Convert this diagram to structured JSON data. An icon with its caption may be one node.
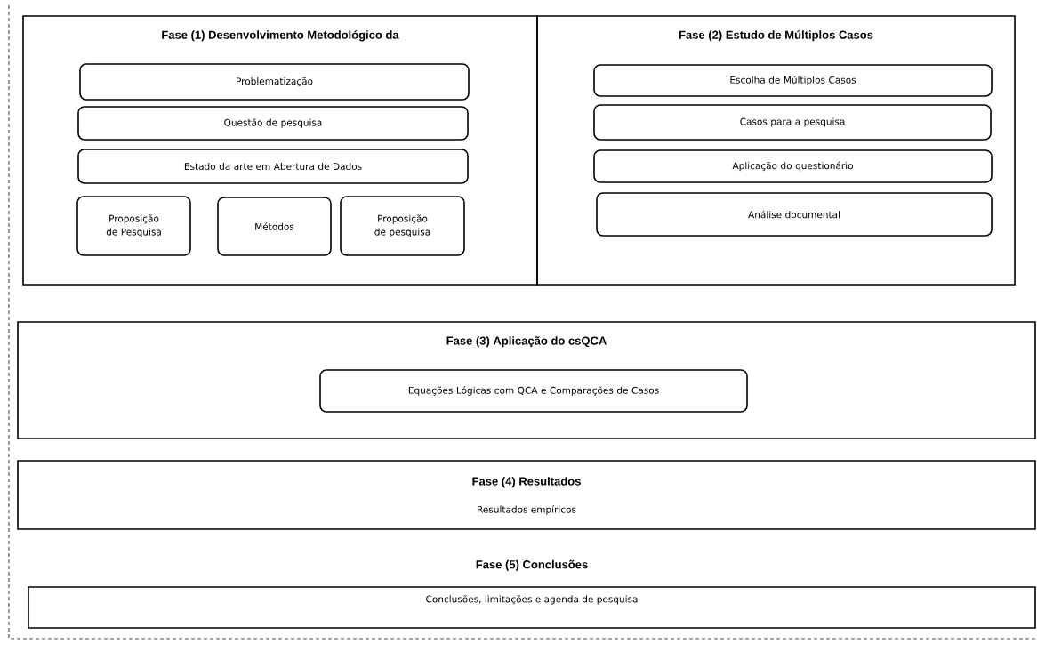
{
  "diagram": {
    "nodes": [
      {
        "text": [
          "Fase (1) Desenvolvimento Metodológico da"
        ]
      },
      {
        "text": [
          "Problematização"
        ],
        "in": 0
      },
      {
        "text": [
          "Questão de pesquisa"
        ],
        "in": 0
      },
      {
        "text": [
          "Estado da arte em Abertura de Dados"
        ],
        "in": 0
      },
      {
        "text": [
          "Proposição de Pesquisa"
        ],
        "in": 0
      },
      {
        "text": [
          "Métodos"
        ],
        "in": 0
      },
      {
        "text": [
          "Proposição de pesquisa"
        ],
        "in": 0
      },
      {
        "text": [
          "Fase (2) Estudo de Múltiplos Casos"
        ]
      },
      {
        "text": [
          "Escolha de Múltiplos Casos"
        ],
        "in": 7
      },
      {
        "text": [
          "Casos para a pesquisa"
        ],
        "in": 7
      },
      {
        "text": [
          "Aplicação do questionário"
        ],
        "in": 7
      },
      {
        "text": [
          "Análise documental"
        ],
        "in": 7
      },
      {
        "text": [
          "Fase (3) Aplicação do csQCA"
        ]
      },
      {
        "text": [
          "Equações Lógicas com QCA e Comparações de Casos"
        ],
        "in": 12
      },
      {
        "text": [
          "Fase (4) Resultados",
          "Resultados empíricos"
        ]
      },
      {
        "text": [
          "Fase (5) Conclusões",
          "Conclusões, limitações e agenda de pesquisa"
        ]
      }
    ],
    "edges": []
  }
}
